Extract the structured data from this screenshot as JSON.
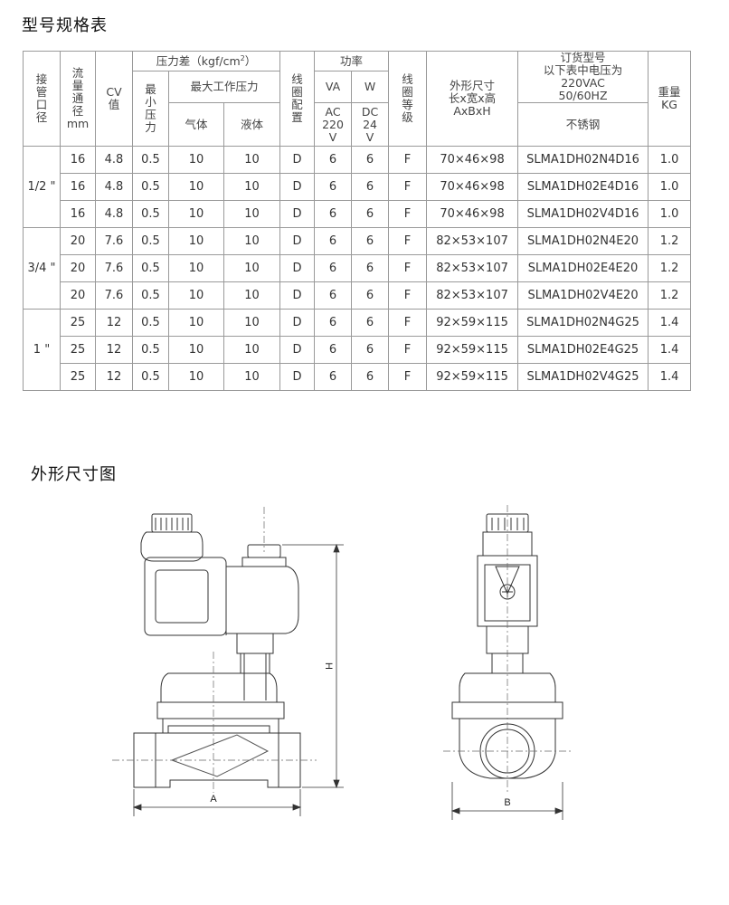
{
  "titles": {
    "spec_table": "型号规格表",
    "dimension_drawing": "外形尺寸图"
  },
  "table": {
    "headers": {
      "port": "接管口径",
      "flow": "流量通径",
      "flow_unit": "mm",
      "cv": "CV值",
      "pressure_group": "压力差",
      "pressure_unit": "kgf/cm",
      "pressure_unit_sup": "2",
      "min_pressure": "最小压力",
      "max_pressure": "最大工作压力",
      "gas": "气体",
      "liquid": "液体",
      "coil_config": "线圈配置",
      "power": "功率",
      "va": "VA",
      "w": "W",
      "ac": "AC 220 V",
      "dc": "DC 24 V",
      "coil_class": "线圈等级",
      "dimension_line1": "外形尺寸",
      "dimension_line2": "长x宽x高",
      "dimension_line3": "AxBxH",
      "order_line1": "订货型号",
      "order_line2": "以下表中电压为",
      "order_line3": "220VAC",
      "order_line4": "50/60HZ",
      "material": "不锈钢",
      "weight": "重量",
      "weight_unit": "KG"
    },
    "groups": [
      {
        "port": "1/2 \"",
        "rows": [
          {
            "flow": "16",
            "cv": "4.8",
            "min": "0.5",
            "gas": "10",
            "liquid": "10",
            "coil": "D",
            "va": "6",
            "w": "6",
            "cls": "F",
            "dim": "70×46×98",
            "model": "SLMA1DH02N4D16",
            "kg": "1.0"
          },
          {
            "flow": "16",
            "cv": "4.8",
            "min": "0.5",
            "gas": "10",
            "liquid": "10",
            "coil": "D",
            "va": "6",
            "w": "6",
            "cls": "F",
            "dim": "70×46×98",
            "model": "SLMA1DH02E4D16",
            "kg": "1.0"
          },
          {
            "flow": "16",
            "cv": "4.8",
            "min": "0.5",
            "gas": "10",
            "liquid": "10",
            "coil": "D",
            "va": "6",
            "w": "6",
            "cls": "F",
            "dim": "70×46×98",
            "model": "SLMA1DH02V4D16",
            "kg": "1.0"
          }
        ]
      },
      {
        "port": "3/4 \"",
        "rows": [
          {
            "flow": "20",
            "cv": "7.6",
            "min": "0.5",
            "gas": "10",
            "liquid": "10",
            "coil": "D",
            "va": "6",
            "w": "6",
            "cls": "F",
            "dim": "82×53×107",
            "model": "SLMA1DH02N4E20",
            "kg": "1.2"
          },
          {
            "flow": "20",
            "cv": "7.6",
            "min": "0.5",
            "gas": "10",
            "liquid": "10",
            "coil": "D",
            "va": "6",
            "w": "6",
            "cls": "F",
            "dim": "82×53×107",
            "model": "SLMA1DH02E4E20",
            "kg": "1.2"
          },
          {
            "flow": "20",
            "cv": "7.6",
            "min": "0.5",
            "gas": "10",
            "liquid": "10",
            "coil": "D",
            "va": "6",
            "w": "6",
            "cls": "F",
            "dim": "82×53×107",
            "model": "SLMA1DH02V4E20",
            "kg": "1.2"
          }
        ]
      },
      {
        "port": "1 \"",
        "rows": [
          {
            "flow": "25",
            "cv": "12",
            "min": "0.5",
            "gas": "10",
            "liquid": "10",
            "coil": "D",
            "va": "6",
            "w": "6",
            "cls": "F",
            "dim": "92×59×115",
            "model": "SLMA1DH02N4G25",
            "kg": "1.4"
          },
          {
            "flow": "25",
            "cv": "12",
            "min": "0.5",
            "gas": "10",
            "liquid": "10",
            "coil": "D",
            "va": "6",
            "w": "6",
            "cls": "F",
            "dim": "92×59×115",
            "model": "SLMA1DH02E4G25",
            "kg": "1.4"
          },
          {
            "flow": "25",
            "cv": "12",
            "min": "0.5",
            "gas": "10",
            "liquid": "10",
            "coil": "D",
            "va": "6",
            "w": "6",
            "cls": "F",
            "dim": "92×59×115",
            "model": "SLMA1DH02V4G25",
            "kg": "1.4"
          }
        ]
      }
    ]
  },
  "drawing": {
    "label_a": "A",
    "label_b": "B",
    "label_h": "H"
  }
}
